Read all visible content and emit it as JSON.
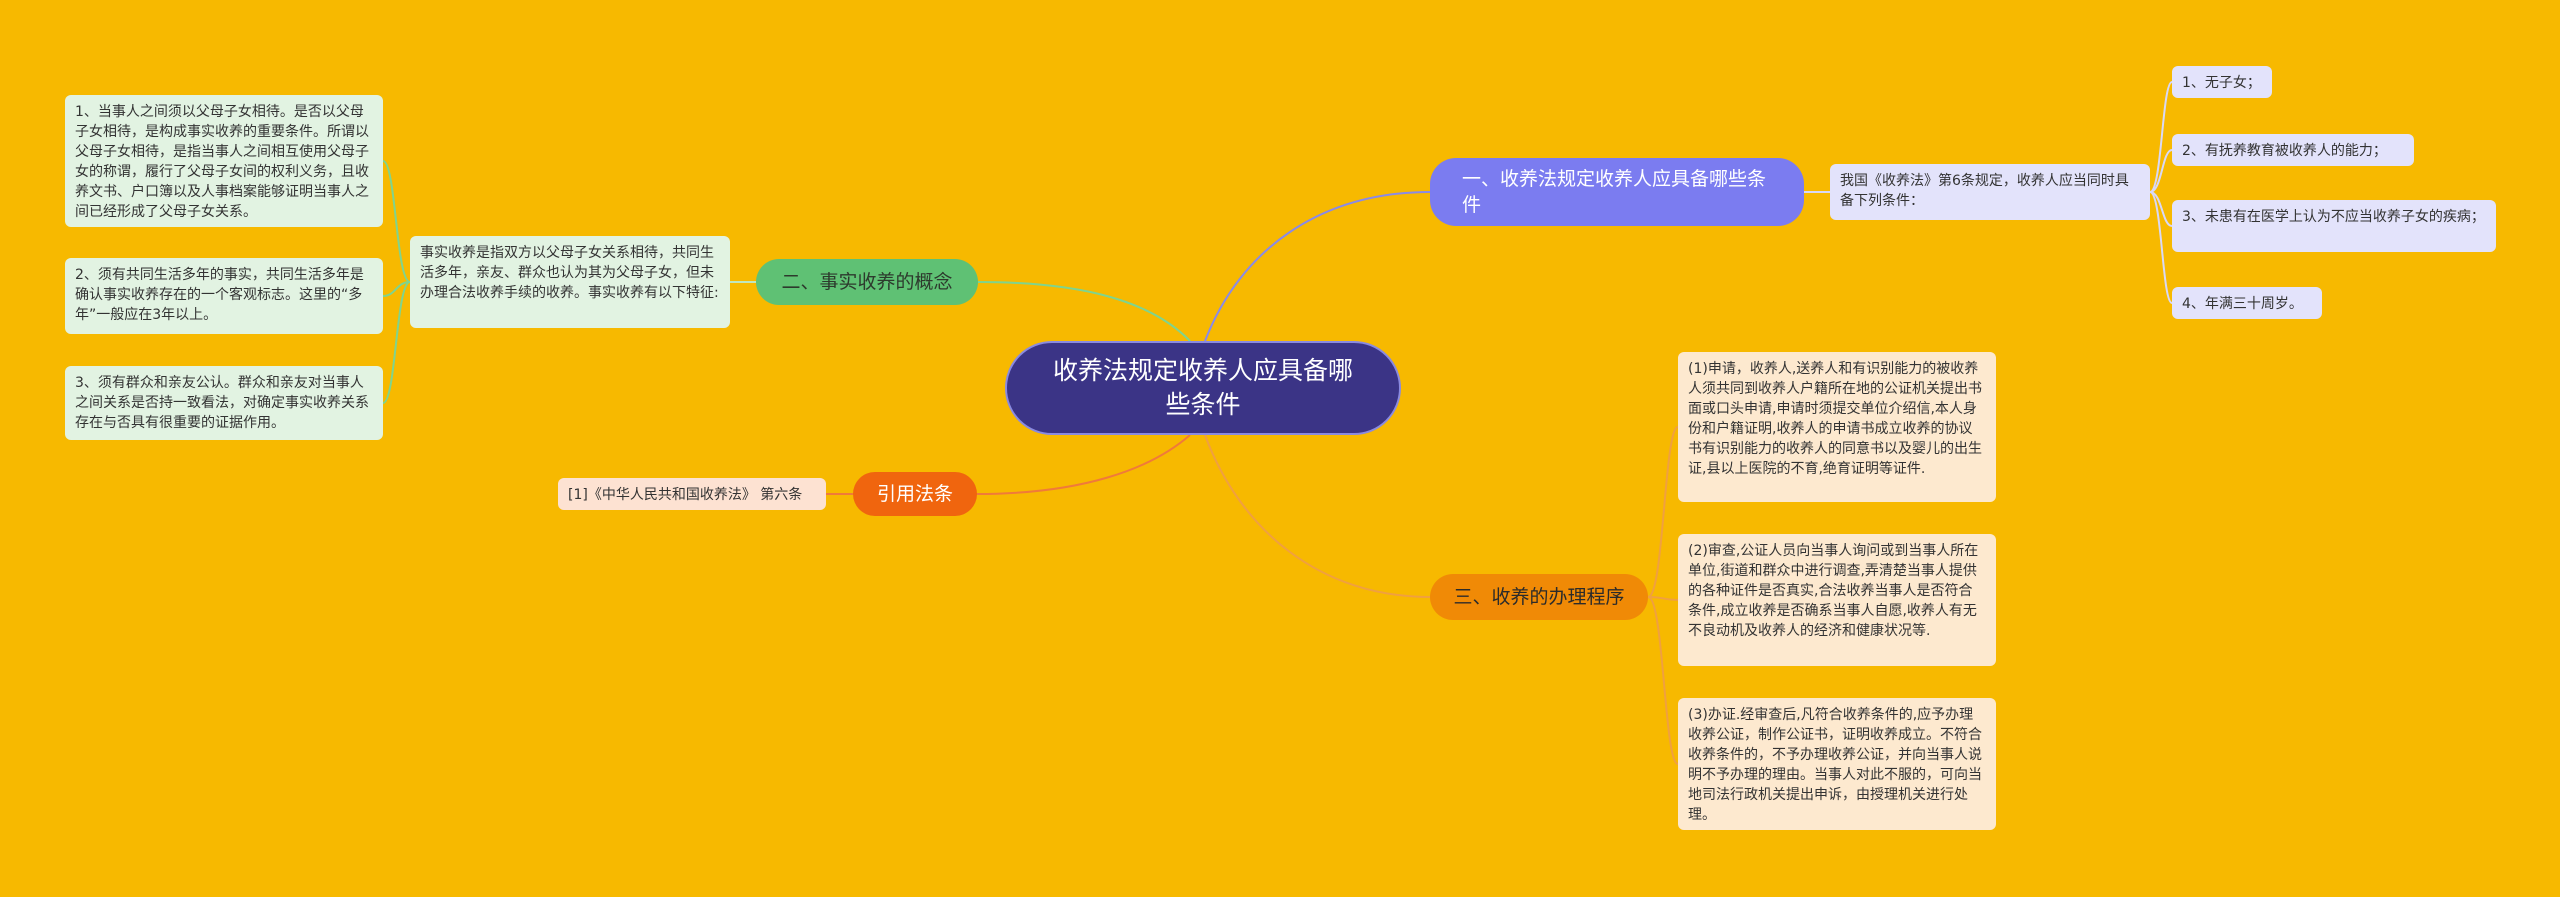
{
  "colors": {
    "background": "#f7b900",
    "center": "#3b3486",
    "branch_purple": "#7b7cf0",
    "branch_green": "#5fc174",
    "branch_orange": "#f08a06",
    "branch_red": "#f0650e"
  },
  "center": {
    "title": "收养法规定收养人应具备哪些条件"
  },
  "branch1": {
    "title": "一、收养法规定收养人应具备哪些条件",
    "summary": "我国《收养法》第6条规定，收养人应当同时具备下列条件：",
    "items": [
      "1、无子女；",
      "2、有抚养教育被收养人的能力；",
      "3、未患有在医学上认为不应当收养子女的疾病；",
      "4、年满三十周岁。"
    ]
  },
  "branch2": {
    "title": "二、事实收养的概念",
    "summary": "事实收养是指双方以父母子女关系相待，共同生活多年，亲友、群众也认为其为父母子女，但未办理合法收养手续的收养。事实收养有以下特征:",
    "items": [
      "1、当事人之间须以父母子女相待。是否以父母子女相待，是构成事实收养的重要条件。所谓以父母子女相待，是指当事人之间相互使用父母子女的称谓，履行了父母子女间的权利义务，且收养文书、户口簿以及人事档案能够证明当事人之间已经形成了父母子女关系。",
      "2、须有共同生活多年的事实，共同生活多年是确认事实收养存在的一个客观标志。这里的“多年”一般应在3年以上。",
      "3、须有群众和亲友公认。群众和亲友对当事人之间关系是否持一致看法，对确定事实收养关系存在与否具有很重要的证据作用。"
    ]
  },
  "branch3": {
    "title": "三、收养的办理程序",
    "items": [
      "(1)申请，收养人,送养人和有识别能力的被收养人须共同到收养人户籍所在地的公证机关提出书面或口头申请,申请时须提交单位介绍信,本人身份和户籍证明,收养人的申请书成立收养的协议书有识别能力的收养人的同意书以及婴儿的出生证,县以上医院的不育,绝育证明等证件.",
      "(2)审查,公证人员向当事人询问或到当事人所在单位,街道和群众中进行调查,弄清楚当事人提供的各种证件是否真实,合法收养当事人是否符合条件,成立收养是否确系当事人自愿,收养人有无不良动机及收养人的经济和健康状况等.",
      "(3)办证.经审查后,凡符合收养条件的,应予办理收养公证，制作公证书，证明收养成立。不符合收养条件的，不予办理收养公证，并向当事人说明不予办理的理由。当事人对此不服的，可向当地司法行政机关提出申诉，由授理机关进行处理。"
    ]
  },
  "branch4": {
    "title": "引用法条",
    "items": [
      "[1]《中华人民共和国收养法》 第六条"
    ]
  }
}
